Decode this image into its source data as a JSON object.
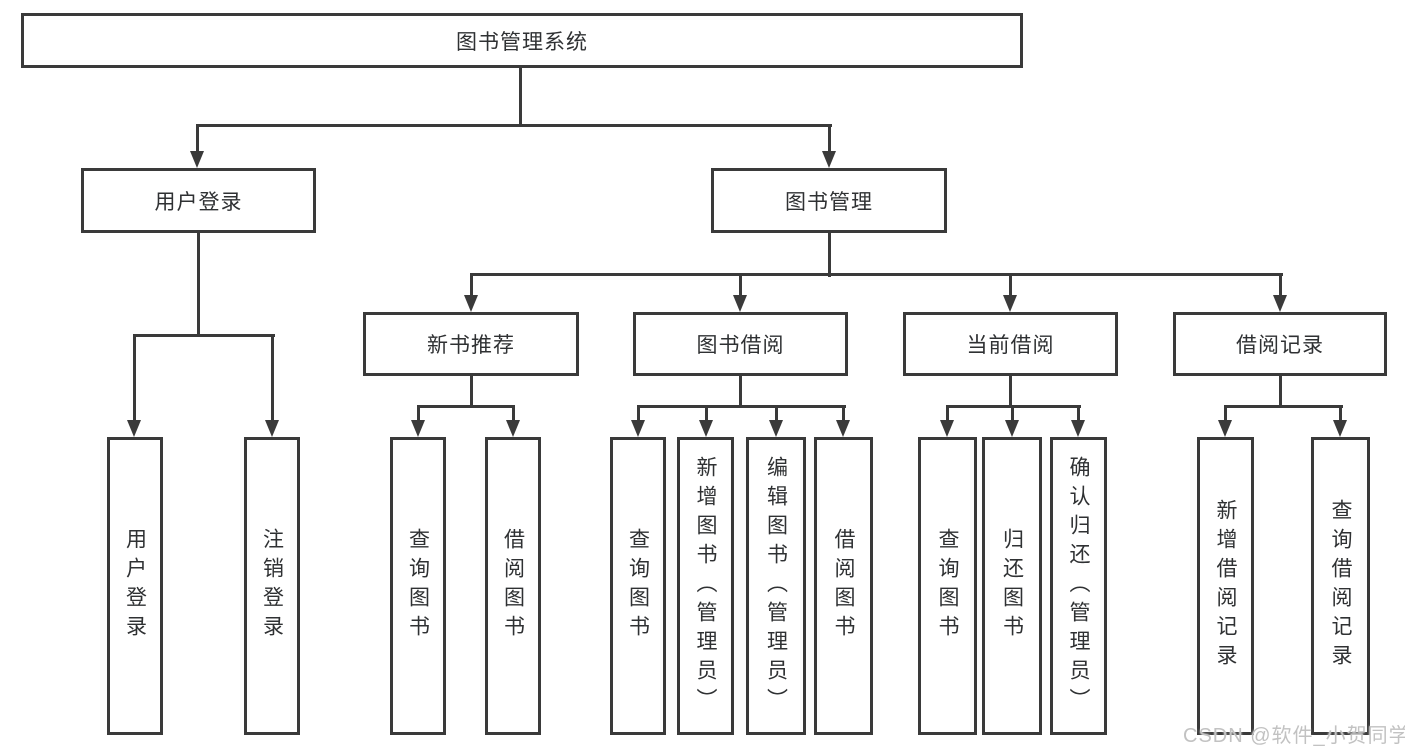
{
  "colors": {
    "connector_line": "#3a3a3a",
    "node_text": "#2f3133",
    "watermark_text": "#c2c2c2",
    "background": "#ffffff"
  },
  "tree": {
    "label": "图书管理系统",
    "children": [
      {
        "label": "用户登录",
        "children": [
          {
            "label": "用户登录"
          },
          {
            "label": "注销登录"
          }
        ]
      },
      {
        "label": "图书管理",
        "children": [
          {
            "label": "新书推荐",
            "children": [
              {
                "label": "查询图书"
              },
              {
                "label": "借阅图书"
              }
            ]
          },
          {
            "label": "图书借阅",
            "children": [
              {
                "label": "查询图书"
              },
              {
                "label": "新增图书（管理员）"
              },
              {
                "label": "编辑图书（管理员）"
              },
              {
                "label": "借阅图书"
              }
            ]
          },
          {
            "label": "当前借阅",
            "children": [
              {
                "label": "查询图书"
              },
              {
                "label": "归还图书"
              },
              {
                "label": "确认归还（管理员）"
              }
            ]
          },
          {
            "label": "借阅记录",
            "children": [
              {
                "label": "新增借阅记录"
              },
              {
                "label": "查询借阅记录"
              }
            ]
          }
        ]
      }
    ]
  },
  "watermark": {
    "text": "CSDN @软件_小贺同学"
  }
}
